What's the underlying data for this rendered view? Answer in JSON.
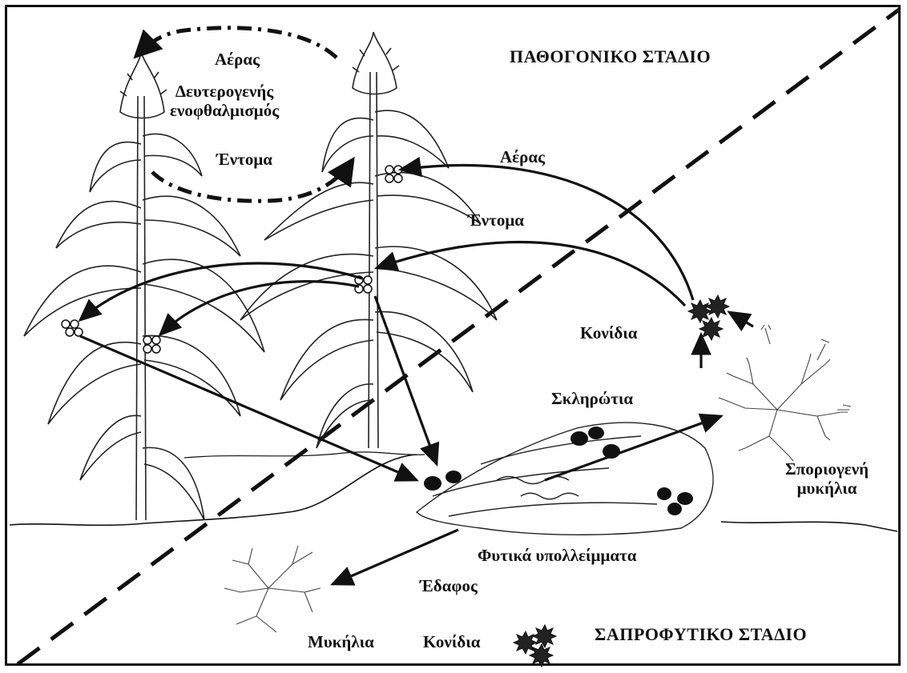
{
  "labels": {
    "pathogenic_stage": "ΠΑΘΟΓΟΝΙΚΟ ΣΤΑΔΙΟ",
    "saprophytic_stage": "ΣΑΠΡΟΦΥΤΙΚΟ ΣΤΑΔΙΟ",
    "air_top": "Αέρας",
    "secondary_inoculation_line1": "Δευτερογενής",
    "secondary_inoculation_line2": "ενοφθαλμισμός",
    "insects_left": "Έντομα",
    "air_right": "Αέρας",
    "insects_right": "Έντομα",
    "conidia_upper": "Κονίδια",
    "sclerotia": "Σκληρώτια",
    "sporogenic_mycelia_line1": "Σποριογενή",
    "sporogenic_mycelia_line2": "μυκήλια",
    "plant_debris": "Φυτικά υπολλείμματα",
    "soil": "Έδαφος",
    "mycelia": "Μυκήλια",
    "conidia_lower": "Κονίδια"
  }
}
